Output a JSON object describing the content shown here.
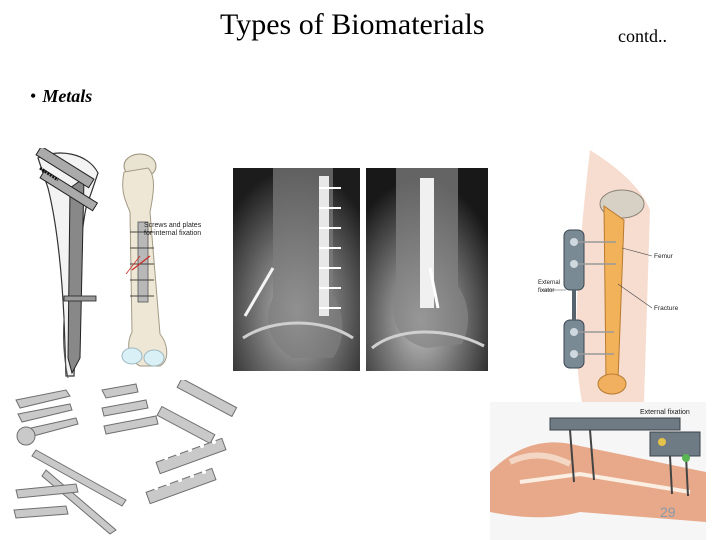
{
  "slide": {
    "title": "Types of Biomaterials",
    "contd": "contd..",
    "bullet_marker": "•",
    "bullet_text": "Metals",
    "page_number": "29"
  },
  "figures": {
    "femur_implant_label": "Screws and plates for internal fixation",
    "femur_implant_label_line1": "Screws and plates",
    "femur_implant_label_line2": "for internal fixation",
    "external_fixator_labels": {
      "fixator": "External fixator",
      "fixator_line1": "External",
      "fixator_line2": "fixator",
      "femur": "Femur",
      "fracture": "Fracture"
    },
    "wrist_label": "External fixation"
  }
}
